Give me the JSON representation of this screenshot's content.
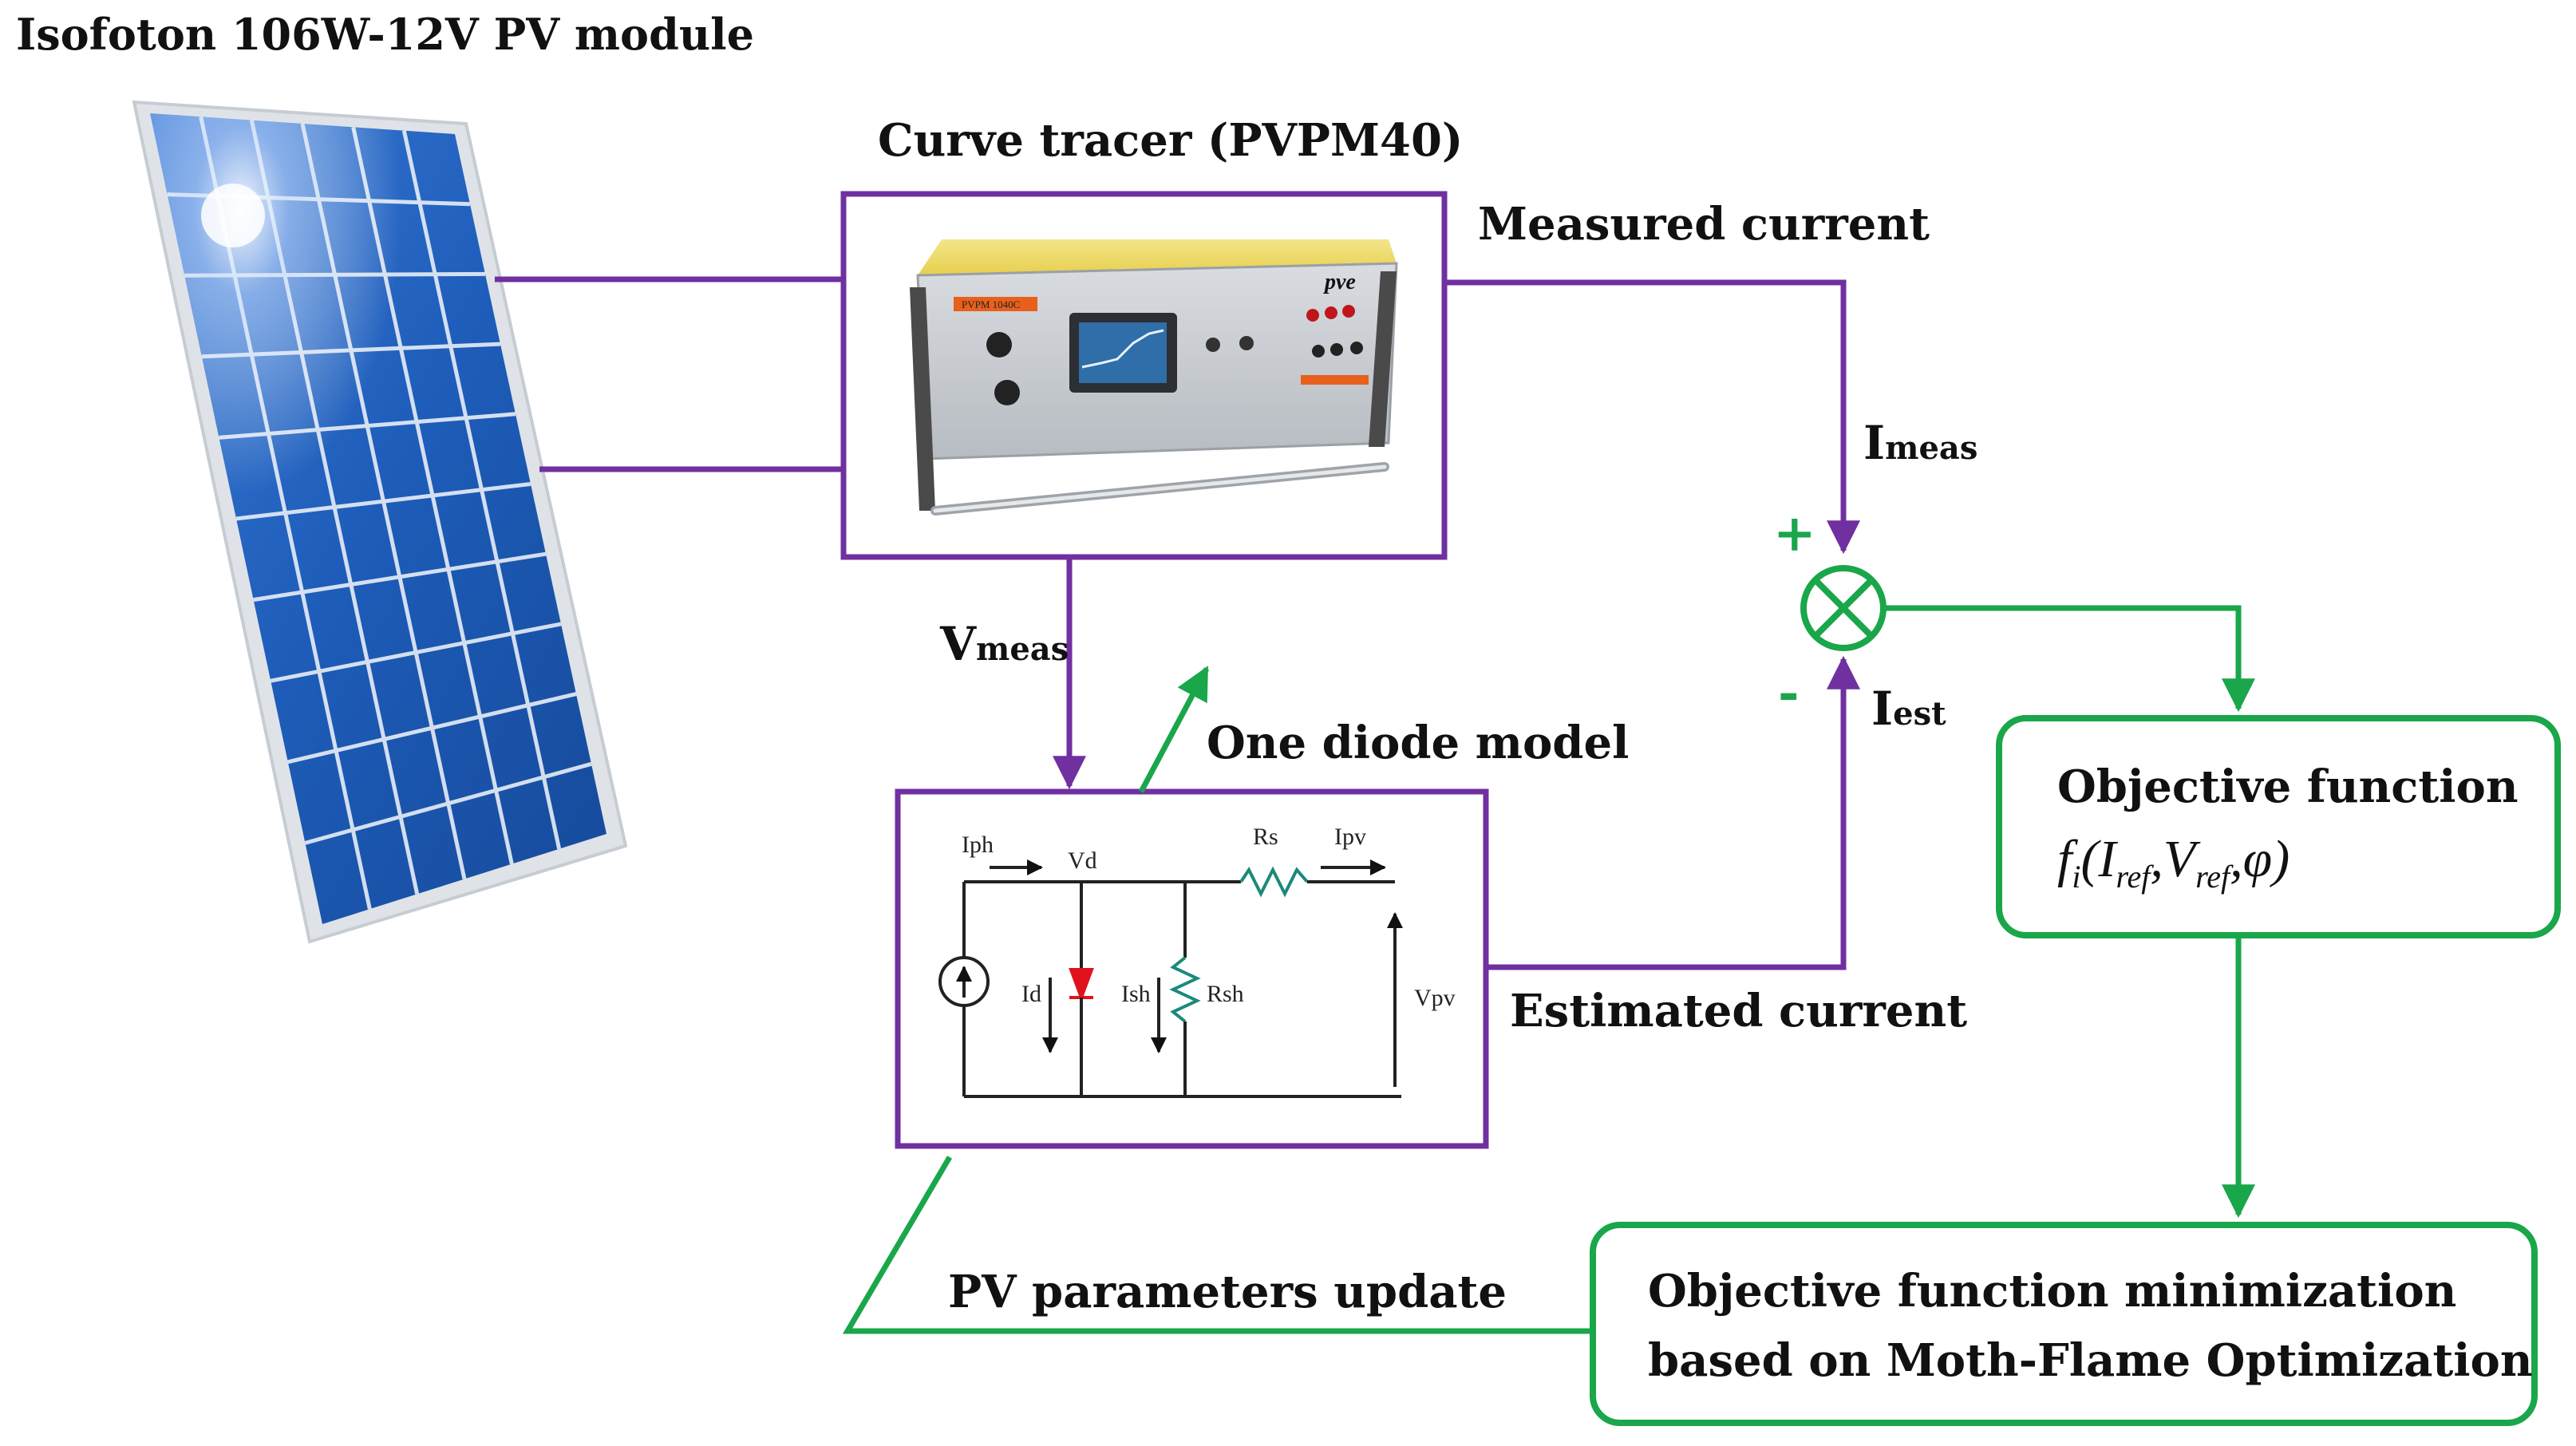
{
  "title": "Isofoton 106W-12V PV module",
  "tracer": {
    "title": "Curve tracer (PVPM40)",
    "brand": "pve",
    "label_tag": "PVPM 1040C"
  },
  "labels": {
    "measured_current": "Measured current",
    "estimated_current": "Estimated current",
    "one_diode_model": "One diode model",
    "pv_update": "PV parameters update",
    "plus": "+",
    "minus": "-"
  },
  "signals": {
    "i_meas_main": "I",
    "i_meas_sub": "meas",
    "i_est_main": "I",
    "i_est_sub": "est",
    "v_meas_main": "V",
    "v_meas_sub": "meas"
  },
  "objective": {
    "title": "Objective function",
    "f": "f",
    "f_sub": "i",
    "open": "(",
    "i": "I",
    "i_sub": "ref",
    "comma1": ",",
    "v": "V",
    "v_sub": "ref",
    "comma2": ",",
    "phi": "φ",
    "close": ")"
  },
  "minimization": {
    "line1": "Objective function minimization",
    "line2": "based on Moth-Flame Optimization"
  },
  "circuit": {
    "iph": "Iph",
    "vd": "Vd",
    "rs": "Rs",
    "ipv": "Ipv",
    "id": "Id",
    "ish": "Ish",
    "rsh": "Rsh",
    "vpv": "Vpv"
  },
  "colors": {
    "purple": "#7030a0",
    "green": "#1aa64a",
    "panel_blue": "#1d5cb8",
    "frame": "#cfd3d8"
  }
}
